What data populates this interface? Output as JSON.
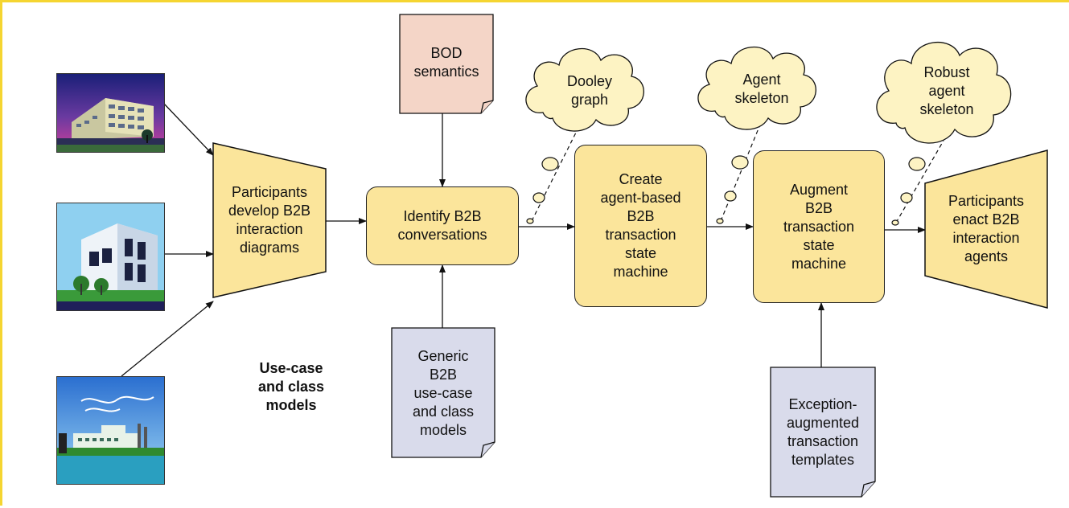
{
  "frame_color": "#f5d531",
  "colors": {
    "box_fill": "#fbe59b",
    "doc_blue": "#d9dbeb",
    "doc_pink": "#f4d5c7",
    "cloud": "#fdf3c3"
  },
  "images": [
    {
      "name": "office-building-image",
      "depicts": "office building at dusk"
    },
    {
      "name": "modern-building-image",
      "depicts": "modern glass building"
    },
    {
      "name": "factory-image",
      "depicts": "factory by the water"
    }
  ],
  "participants_develop": "Participants\ndevelop B2B\ninteraction\ndiagrams",
  "identify": "Identify B2B\nconversations",
  "create": "Create\nagent-based\nB2B\ntransaction\nstate\nmachine",
  "augment": "Augment\nB2B\ntransaction\nstate\nmachine",
  "participants_enact": "Participants\nenact B2B\ninteraction\nagents",
  "bod": "BOD\nsemantics",
  "generic": "Generic\nB2B\nuse-case\nand class\nmodels",
  "exception": "Exception-\naugmented\ntransaction\ntemplates",
  "clouds": {
    "dooley": "Dooley\ngraph",
    "agent": "Agent\nskeleton",
    "robust": "Robust\nagent\nskeleton"
  },
  "usecase_label": "Use-case\nand class\nmodels"
}
